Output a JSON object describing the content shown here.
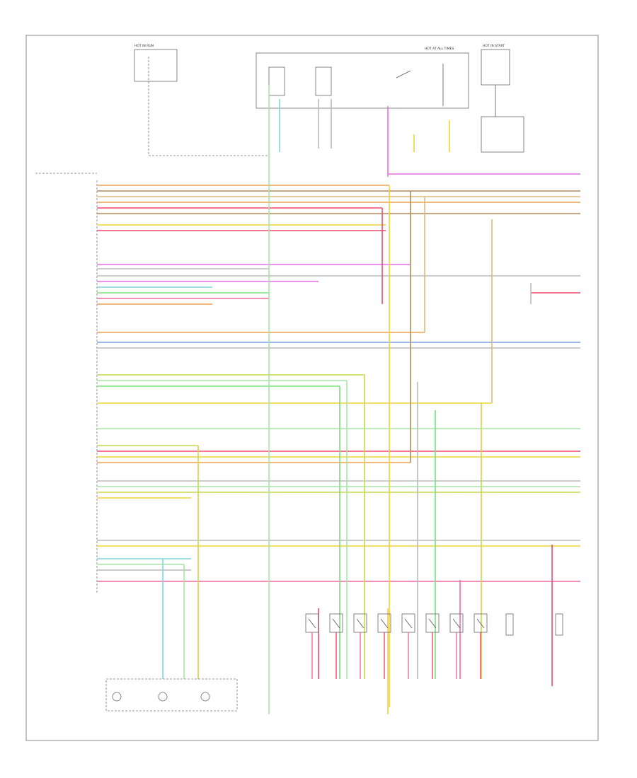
{
  "diagram": {
    "title": "",
    "footer_code": "",
    "colors": {
      "pink": "#f06aa6",
      "red": "#f04a6a",
      "orange": "#f2a24a",
      "yellow": "#f2d23a",
      "yellow_green": "#c9d84a",
      "green": "#7adf7a",
      "light_green": "#a6e6a6",
      "cyan": "#7fd6e0",
      "blue": "#7f9fe6",
      "magenta": "#e66fe6",
      "brown": "#b08a5a",
      "tan": "#e0b878",
      "gray": "#bbbbbb"
    },
    "top_boxes": [
      {
        "id": "fuse-box-left",
        "label": "HOT IN RUN"
      },
      {
        "id": "fuse-box-center",
        "label": "HOT AT ALL TIMES"
      },
      {
        "id": "fuse-box-right",
        "label": "HOT IN START"
      }
    ],
    "pcm_pins": [
      "",
      "",
      "",
      "",
      "",
      "",
      "",
      "",
      "",
      "",
      "",
      "",
      "",
      "",
      "",
      "",
      "",
      "",
      "",
      "",
      "",
      "",
      "",
      "",
      "",
      "",
      "",
      "",
      "",
      "",
      "",
      "",
      "",
      "",
      "",
      "",
      "",
      "",
      "",
      "",
      "",
      "",
      "",
      "",
      "",
      "",
      "",
      "",
      "",
      "",
      "",
      "",
      "",
      "",
      "",
      "",
      "",
      "",
      "",
      "",
      "",
      "",
      "",
      "",
      "",
      "",
      "",
      "",
      "",
      "",
      "",
      "",
      "",
      "",
      "",
      "",
      "",
      "",
      "",
      "",
      "",
      "",
      ""
    ],
    "pcm_label": "",
    "injector_count": 8,
    "bottom_labels": {
      "sensor_box": "",
      "center_box": "",
      "right_box": ""
    },
    "right_edge_numbers": [
      "",
      "",
      "",
      "",
      "",
      "",
      "",
      "",
      "",
      "",
      "",
      "",
      "",
      "",
      "",
      "",
      "",
      "",
      "",
      "",
      ""
    ]
  }
}
